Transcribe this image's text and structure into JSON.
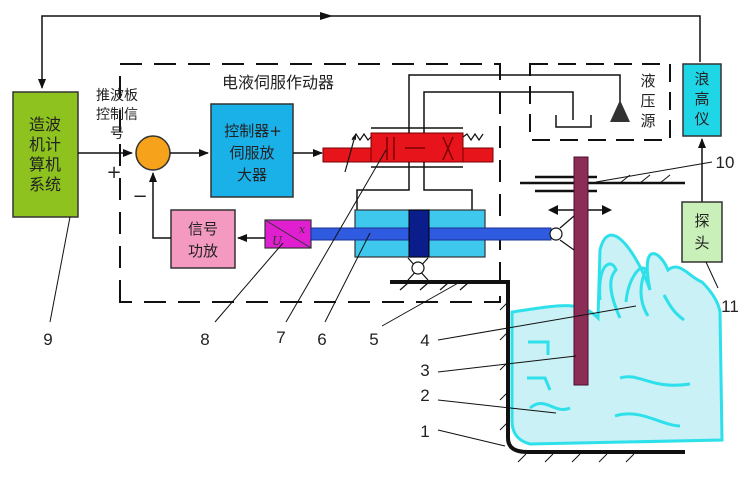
{
  "title": "电液伺服作动器",
  "blocks": {
    "computer": {
      "lines": [
        "造波",
        "机计",
        "算机",
        "系统"
      ],
      "color": "#8dc21f"
    },
    "controller": {
      "lines": [
        "控制器+",
        "伺服放",
        "大器"
      ],
      "color": "#1ab0e8"
    },
    "amplifier": {
      "lines": [
        "信号",
        "功放"
      ],
      "color": "#f49ac1"
    },
    "wave_gauge": {
      "lines": [
        "浪",
        "高",
        "仪"
      ],
      "color": "#1ed6e6"
    },
    "probe": {
      "lines": [
        "探",
        "头"
      ],
      "color": "#c8f0b8"
    },
    "hydraulic_source": {
      "lines": [
        "液",
        "压",
        "源"
      ]
    }
  },
  "signal_label": [
    "推波板",
    "控制信",
    "号"
  ],
  "sum_signs": {
    "plus": "+",
    "minus": "−"
  },
  "sensor_letters": {
    "u": "U",
    "x": "x"
  },
  "callouts": [
    "1",
    "2",
    "3",
    "4",
    "5",
    "6",
    "7",
    "8",
    "9",
    "10",
    "11"
  ],
  "colors": {
    "summing_junction": "#f7a21b",
    "servo_valve": "#e8141c",
    "cylinder": "#3ec8ee",
    "piston": "#0b1d8a",
    "rod": "#2f5be0",
    "sensor": "#e020d0",
    "paddle": "#8b2d55",
    "water_fill": "#c9f1f6",
    "water_line": "#2ee0ea"
  }
}
